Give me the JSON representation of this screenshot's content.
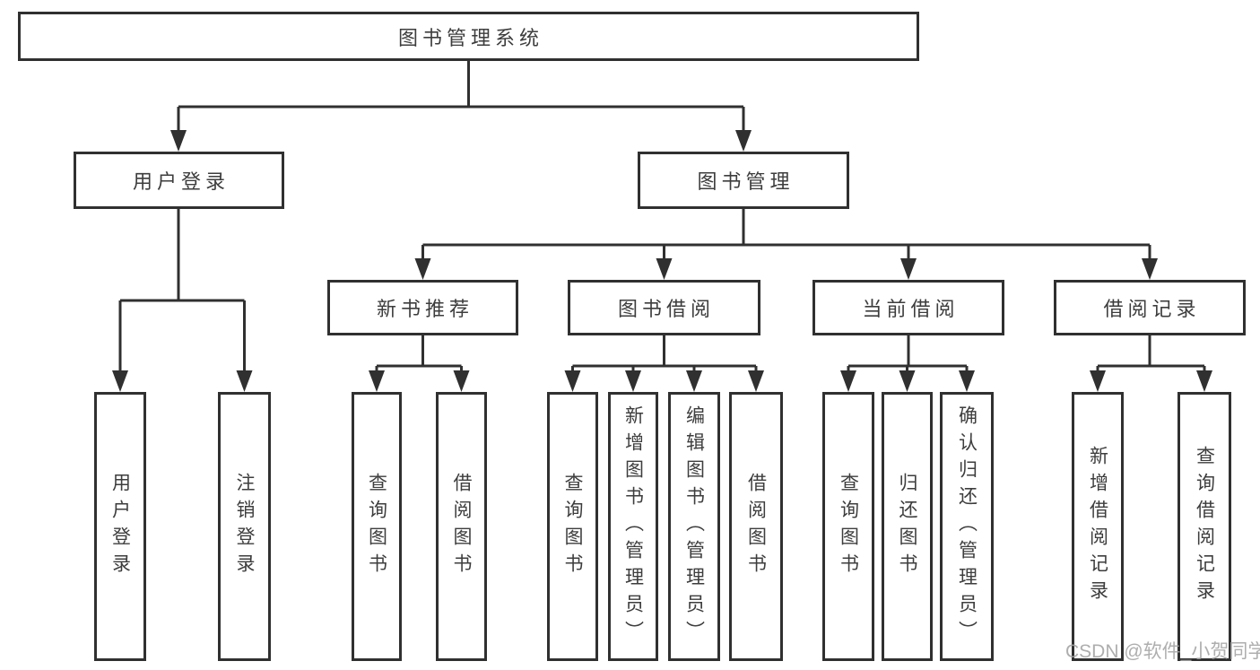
{
  "colors": {
    "background": "#ffffff",
    "line": "#303030",
    "box_border": "#303030",
    "text": "#3d3d3d",
    "watermark": "#a5a5a5"
  },
  "tree": {
    "root": {
      "label": "图书管理系统"
    },
    "level2": [
      {
        "label": "用户登录"
      },
      {
        "label": "图书管理"
      }
    ],
    "level3": [
      {
        "label": "新书推荐"
      },
      {
        "label": "图书借阅"
      },
      {
        "label": "当前借阅"
      },
      {
        "label": "借阅记录"
      }
    ],
    "groups": [
      {
        "parent": "用户登录",
        "items": [
          "用户登录",
          "注销登录"
        ]
      },
      {
        "parent": "新书推荐",
        "items": [
          "查询图书",
          "借阅图书"
        ]
      },
      {
        "parent": "图书借阅",
        "items": [
          "查询图书",
          "新增图书（管理员）",
          "编辑图书（管理员）",
          "借阅图书"
        ]
      },
      {
        "parent": "当前借阅",
        "items": [
          "查询图书",
          "归还图书",
          "确认归还（管理员）"
        ]
      },
      {
        "parent": "借阅记录",
        "items": [
          "新增借阅记录",
          "查询借阅记录"
        ]
      }
    ]
  },
  "watermark": {
    "text": "CSDN @软件_小贺同学"
  }
}
